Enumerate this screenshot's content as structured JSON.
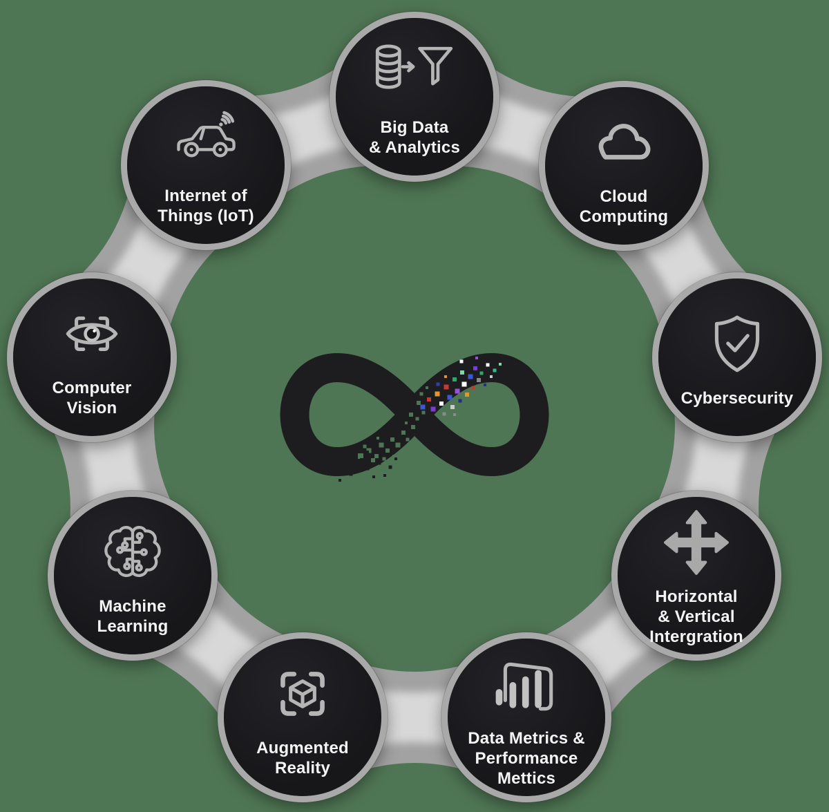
{
  "diagram": {
    "center_icon": "infinity-loop-icon",
    "nodes": [
      {
        "id": "big-data-analytics",
        "icon": "database-filter-icon",
        "lines": [
          "Big Data",
          "& Analytics"
        ]
      },
      {
        "id": "cloud-computing",
        "icon": "cloud-icon",
        "lines": [
          "Cloud",
          "Computing"
        ]
      },
      {
        "id": "cybersecurity",
        "icon": "shield-check-icon",
        "lines": [
          "Cybersecurity"
        ]
      },
      {
        "id": "horizontal-vertical-integration",
        "icon": "move-arrows-icon",
        "lines": [
          "Horizontal",
          "& Vertical",
          "Intergration"
        ]
      },
      {
        "id": "data-metrics-performance",
        "icon": "power-bi-icon",
        "lines": [
          "Data Metrics &",
          "Performance",
          "Mettics"
        ]
      },
      {
        "id": "augmented-reality",
        "icon": "ar-cube-scan-icon",
        "lines": [
          "Augmented",
          "Reality"
        ]
      },
      {
        "id": "machine-learning",
        "icon": "brain-circuit-icon",
        "lines": [
          "Machine",
          "Learning"
        ]
      },
      {
        "id": "computer-vision",
        "icon": "eye-scan-icon",
        "lines": [
          "Computer",
          "Vision"
        ]
      },
      {
        "id": "internet-of-things",
        "icon": "connected-car-icon",
        "lines": [
          "Internet of",
          "Things (IoT)"
        ]
      }
    ],
    "colors": {
      "background": "#4f7654",
      "node_fill": "#18181b",
      "ring_gray": "#a9a9a9",
      "neck_gray": "#a2a2a2",
      "neck_highlight": "#d8d8d8",
      "icon_gray": "#b5b5b5",
      "label_text": "#f4f4f4",
      "infinity_black": "#1d1d20",
      "pixel_palette": [
        "#e2962f",
        "#c43b2d",
        "#3a57d4",
        "#2b3fae",
        "#22307c",
        "#7c3bd0",
        "#9a4fd8",
        "#2ea86a",
        "#7fd9a6",
        "#35b98c",
        "#ffffff",
        "#cccccc",
        "#8a8a8a",
        "#1c1c20"
      ]
    }
  }
}
